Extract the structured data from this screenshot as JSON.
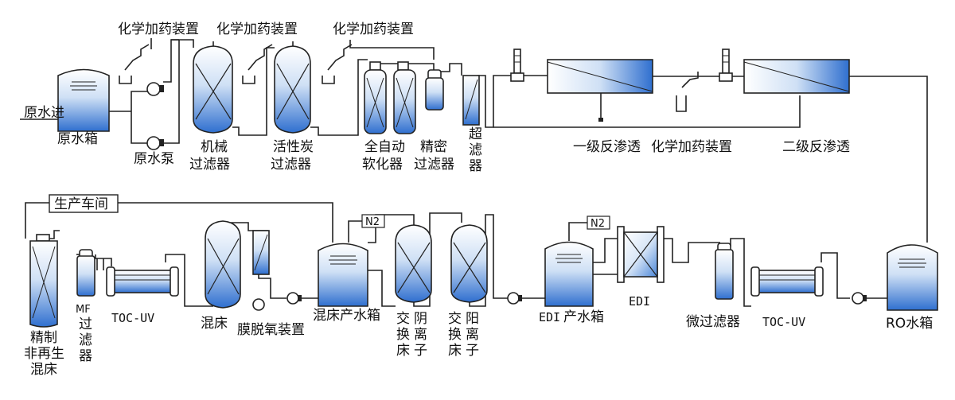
{
  "labels": {
    "chem1": "化学加药装置",
    "chem2": "化学加药装置",
    "chem3": "化学加药装置",
    "chem4": "化学加药装置",
    "raw_water_in": "原水进",
    "raw_water_tank": "原水箱",
    "raw_water_pump": "原水泵",
    "mech_filter": [
      "机械",
      "过滤器"
    ],
    "carbon_filter": [
      "活性炭",
      "过滤器"
    ],
    "softener": [
      "全自动",
      "软化器"
    ],
    "precision_filter": [
      "精密",
      "过滤器"
    ],
    "ultra_filter": "超滤器",
    "ro1": "一级反渗透",
    "ro2": "二级反渗透",
    "production": "生产车间",
    "polish_bed": [
      "精制",
      "非再生",
      "混床"
    ],
    "mf_filter": "MF过滤器",
    "toc_uv_left": "TOC-UV",
    "mixed_bed": "混床",
    "degas": "膜脱氧装置",
    "mixed_bed_tank": "混床产水箱",
    "n2_left": "N2",
    "n2_right": "N2",
    "anion_exchange_1": [
      "交",
      "换",
      "床"
    ],
    "anion_exchange_1b": [
      "阴",
      "离",
      "子"
    ],
    "anion_exchange_2": [
      "交",
      "换",
      "床"
    ],
    "anion_exchange_2b": [
      "阳",
      "离",
      "子"
    ],
    "edi_tank": "EDI产水箱",
    "edi": "EDI",
    "micro_filter": "微过滤器",
    "toc_uv_right": "TOC-UV",
    "ro_tank": "RO水箱"
  },
  "colors": {
    "water_top": "#ffffff",
    "water_bottom": "#3f7fd6",
    "line": "#222222"
  }
}
